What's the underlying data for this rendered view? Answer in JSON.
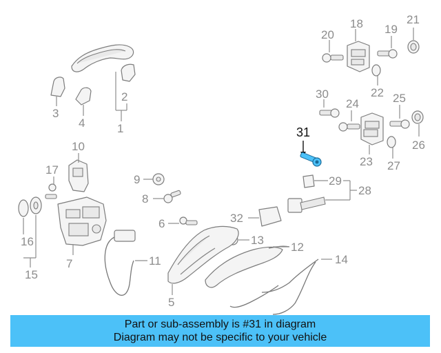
{
  "highlight": {
    "number": "31",
    "color": "#4cc1f8"
  },
  "callouts": [
    "20",
    "18",
    "19",
    "21",
    "22",
    "30",
    "24",
    "25",
    "26",
    "23",
    "27",
    "31",
    "10",
    "9",
    "8",
    "17",
    "29",
    "28",
    "32",
    "6",
    "13",
    "12",
    "16",
    "7",
    "11",
    "14",
    "15",
    "5",
    "3",
    "2",
    "4",
    "1"
  ],
  "banner": {
    "line1": "Part or sub-assembly is #31 in diagram",
    "line2": "Diagram may not be specific to your vehicle",
    "color": "#4cc1f8"
  }
}
